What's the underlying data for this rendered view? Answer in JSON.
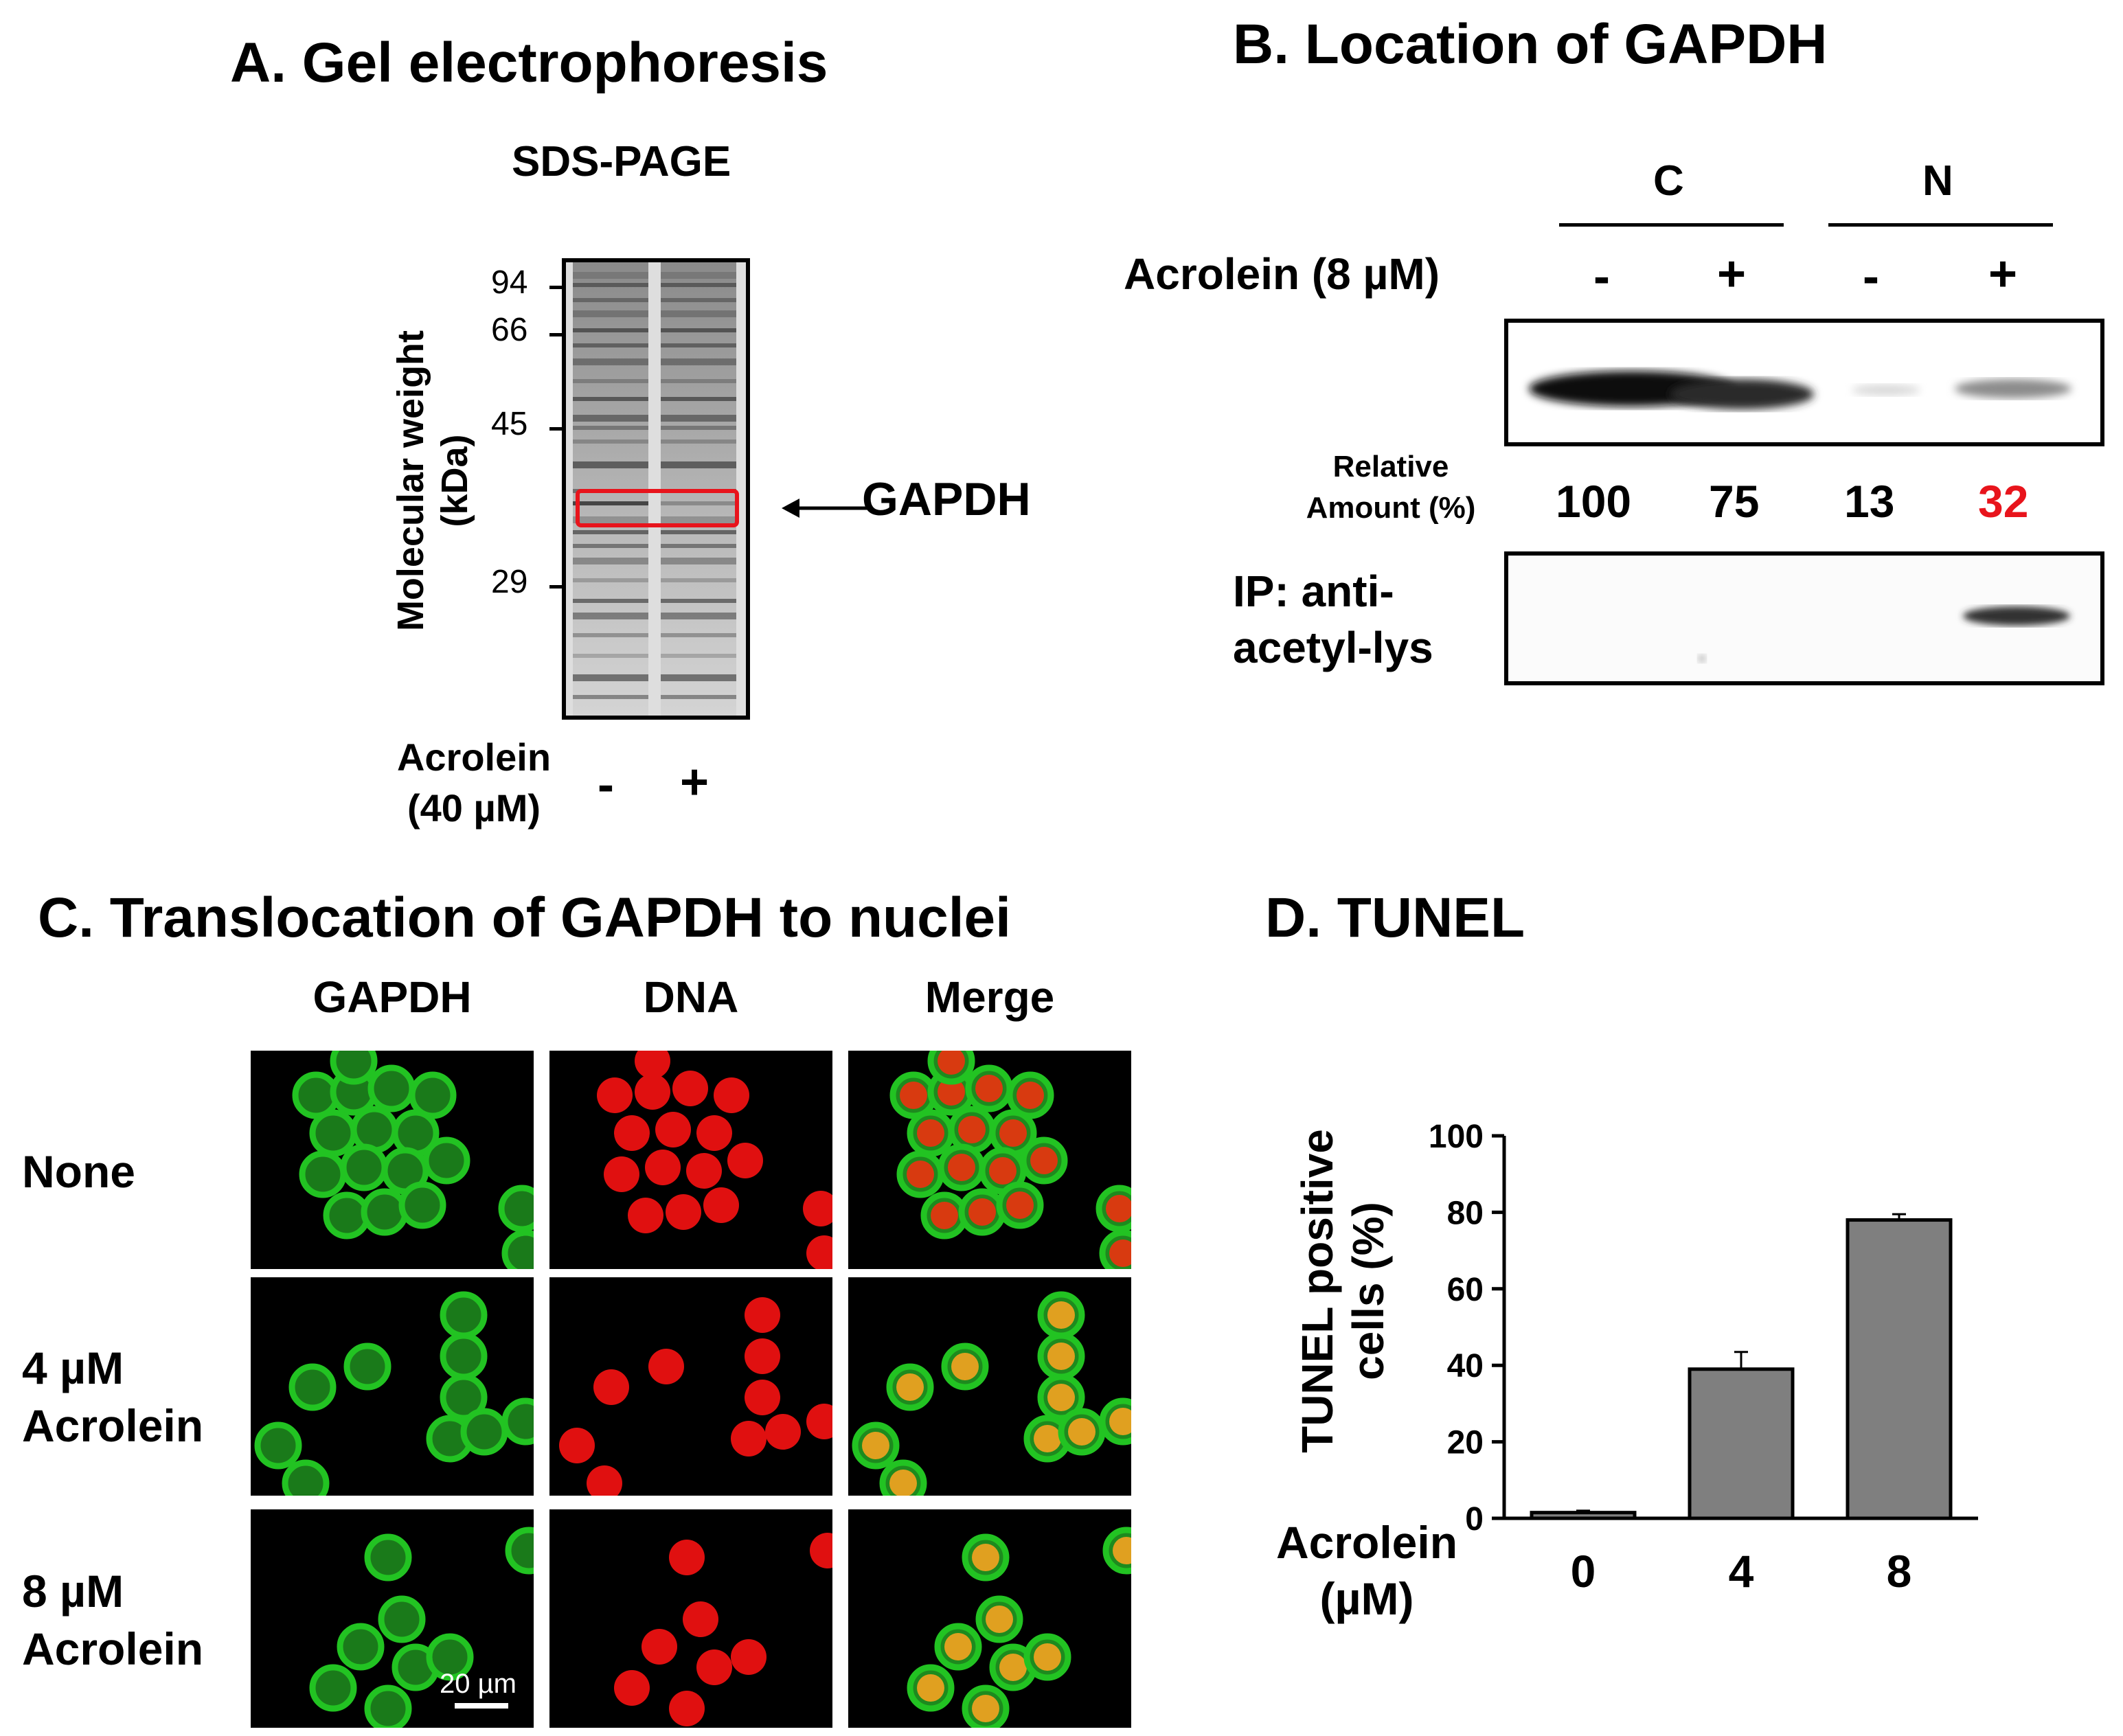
{
  "panelA": {
    "title": "A. Gel electrophoresis",
    "subtitle": "SDS-PAGE",
    "ylabel_line1": "Molecular weight",
    "ylabel_line2": "(kDa)",
    "ticks": [
      "94",
      "66",
      "45",
      "29"
    ],
    "arrow_label": "GAPDH",
    "treat_line1": "Acrolein",
    "treat_line2": "(40 µM)",
    "lanes": [
      "-",
      "+"
    ]
  },
  "panelB": {
    "title": "B. Location of GAPDH",
    "group_c": "C",
    "group_n": "N",
    "treat": "Acrolein (8 µM)",
    "lanes": [
      "-",
      "+",
      "-",
      "+"
    ],
    "rel_line1": "Relative",
    "rel_line2": "Amount (%)",
    "amounts": [
      "100",
      "75",
      "13",
      "32"
    ],
    "highlight_color": "#e8141c",
    "ip_line1": "IP: anti-",
    "ip_line2": "acetyl-lys"
  },
  "panelC": {
    "title": "C. Translocation of GAPDH to nuclei",
    "columns": [
      "GAPDH",
      "DNA",
      "Merge"
    ],
    "rows": [
      {
        "line1": "None",
        "line2": ""
      },
      {
        "line1": "4 µM",
        "line2": "Acrolein"
      },
      {
        "line1": "8 µM",
        "line2": "Acrolein"
      }
    ],
    "scalebar": "20 µm",
    "colors": {
      "gapdh": "#22c322",
      "dna": "#e01010"
    }
  },
  "panelD": {
    "title": "D. TUNEL",
    "chart_data": {
      "type": "bar",
      "categories": [
        "0",
        "4",
        "8"
      ],
      "values": [
        1.5,
        39,
        78
      ],
      "errors": [
        0.5,
        4.5,
        1.5
      ],
      "ylim": [
        0,
        100
      ],
      "yticks": [
        "0",
        "20",
        "40",
        "60",
        "80",
        "100"
      ],
      "ylabel_line1": "TUNEL positive",
      "ylabel_line2": "cells (%)",
      "xlabel_line1": "Acrolein",
      "xlabel_line2": "(µM)",
      "bar_color": "#7f7f7f"
    }
  }
}
